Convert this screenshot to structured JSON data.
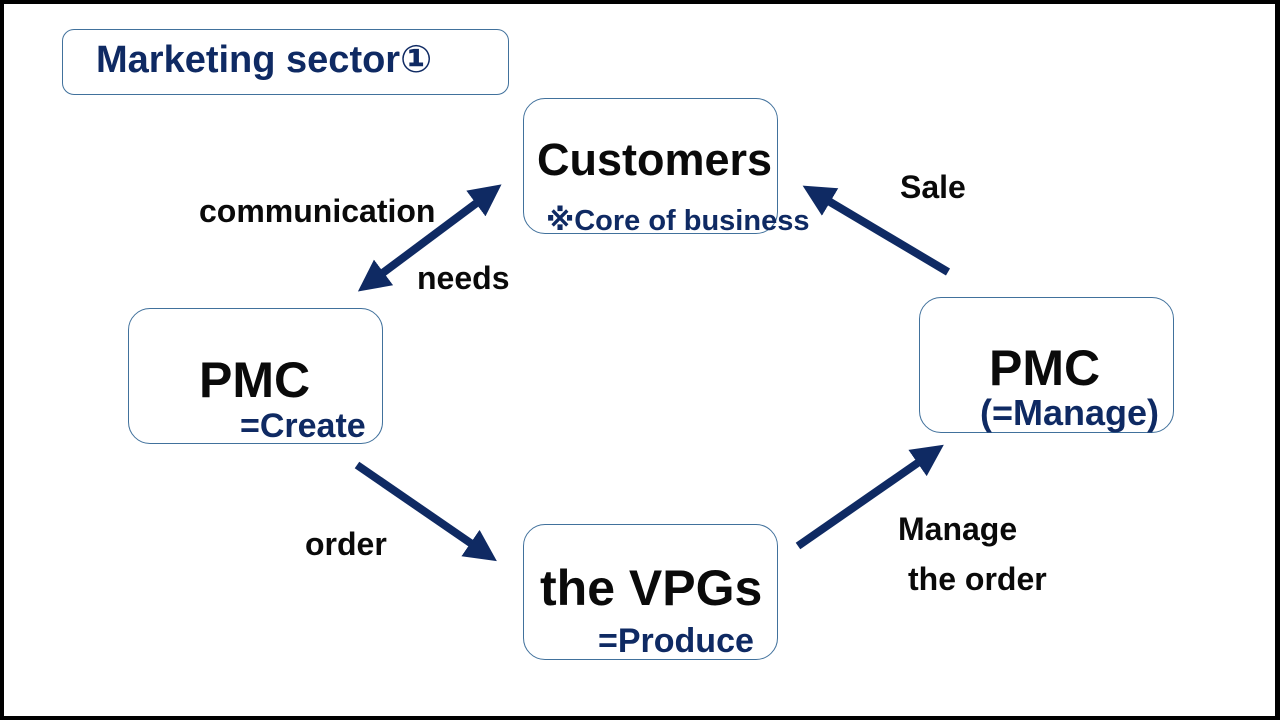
{
  "title": "Marketing sector①",
  "colors": {
    "accent": "#0f2a63",
    "border": "#41719c",
    "text": "#0a0a0a",
    "frame": "#000000"
  },
  "nodes": {
    "customers": {
      "label": "Customers",
      "sublabel": "※Core of business"
    },
    "pmc_create": {
      "label": "PMC",
      "sublabel": "=Create"
    },
    "pmc_manage": {
      "label": "PMC",
      "sublabel": "(=Manage)"
    },
    "vpgs": {
      "label": "the VPGs",
      "sublabel": "=Produce"
    }
  },
  "edges": [
    {
      "id": "communication-needs",
      "from": "pmc_create",
      "to": "customers",
      "bidirectional": true,
      "labels": [
        "communication",
        "needs"
      ]
    },
    {
      "id": "order",
      "from": "pmc_create",
      "to": "vpgs",
      "bidirectional": false,
      "labels": [
        "order"
      ]
    },
    {
      "id": "manage-order",
      "from": "vpgs",
      "to": "pmc_manage",
      "bidirectional": false,
      "labels": [
        "Manage",
        "the order"
      ]
    },
    {
      "id": "sale",
      "from": "pmc_manage",
      "to": "customers",
      "bidirectional": false,
      "labels": [
        "Sale"
      ]
    }
  ]
}
